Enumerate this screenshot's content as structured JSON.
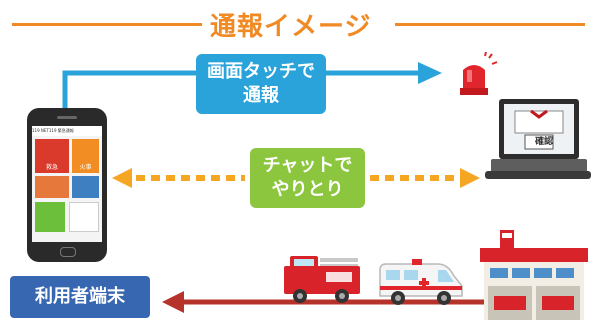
{
  "title": "通報イメージ",
  "tap_box": {
    "line1": "画面タッチで",
    "line2": "通報"
  },
  "chat_box": {
    "line1": "チャットで",
    "line2": "やりとり"
  },
  "device_label": "利用者端末",
  "monitor_screen_label": "確認",
  "phone": {
    "header_text": "119 NET119 緊急通報",
    "tile_labels": [
      "救急",
      "火事",
      "",
      ""
    ]
  },
  "colors": {
    "orange": "#f08a24",
    "blue": "#2aa3db",
    "green": "#8cc63e",
    "navy": "#3767b1",
    "dark_red": "#b5332b"
  }
}
